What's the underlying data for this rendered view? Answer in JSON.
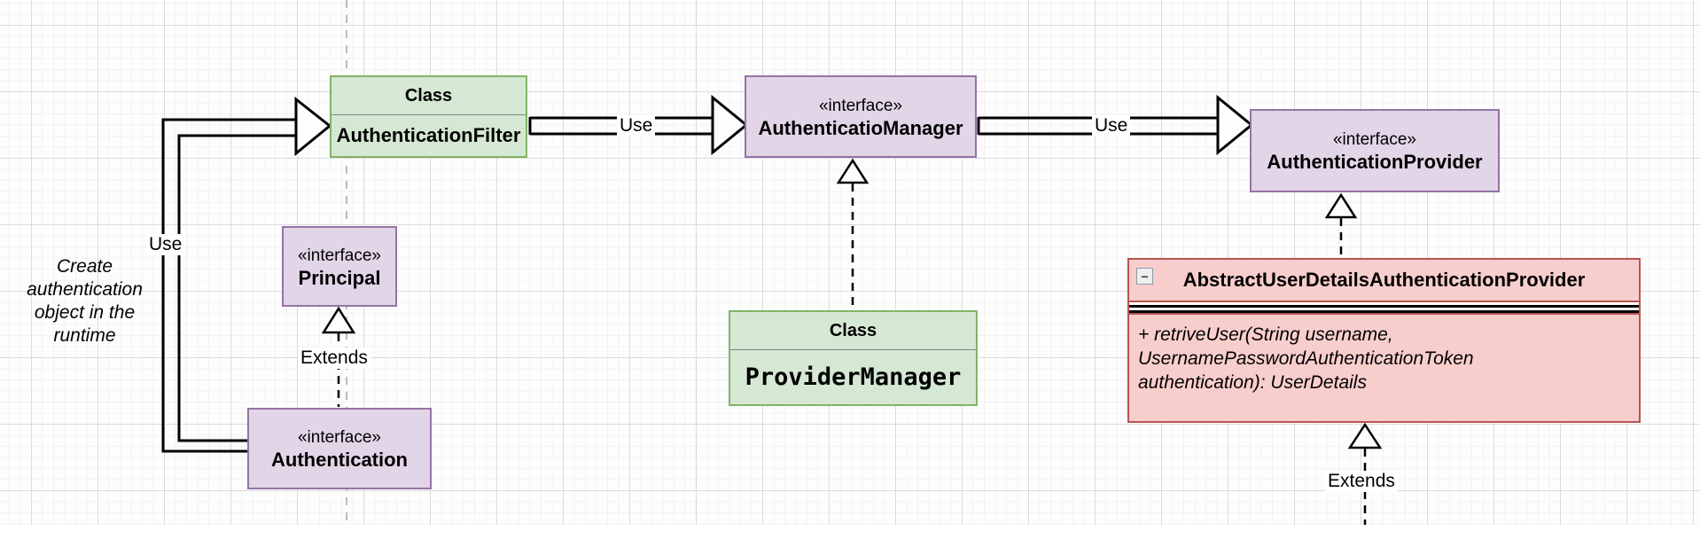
{
  "diagram": {
    "note": "Create authentication object in the runtime",
    "labels": {
      "use": "Use",
      "extends": "Extends"
    },
    "nodes": {
      "authentication_filter": {
        "stereotype": "Class",
        "name": "AuthenticationFilter"
      },
      "authentication_manager": {
        "stereotype": "«interface»",
        "name": "AuthenticatioManager"
      },
      "authentication_provider": {
        "stereotype": "«interface»",
        "name": "AuthenticationProvider"
      },
      "principal": {
        "stereotype": "«interface»",
        "name": "Principal"
      },
      "authentication": {
        "stereotype": "«interface»",
        "name": "Authentication"
      },
      "provider_manager": {
        "stereotype": "Class",
        "name": "ProviderManager"
      },
      "abstract_provider": {
        "name": "AbstractUserDetailsAuthenticationProvider",
        "collapse_icon": "−",
        "methods": [
          "+ retriveUser(String username,",
          "UsernamePasswordAuthenticationToken",
          "authentication): UserDetails"
        ]
      }
    },
    "colors": {
      "class_fill": "#d5e8d4",
      "class_stroke": "#82b366",
      "interface_fill": "#e1d5e7",
      "interface_stroke": "#9673a6",
      "abstract_fill": "#f8cecc",
      "abstract_stroke": "#b85450",
      "edge": "#000000",
      "page_guide": "#bbbbbb"
    }
  }
}
